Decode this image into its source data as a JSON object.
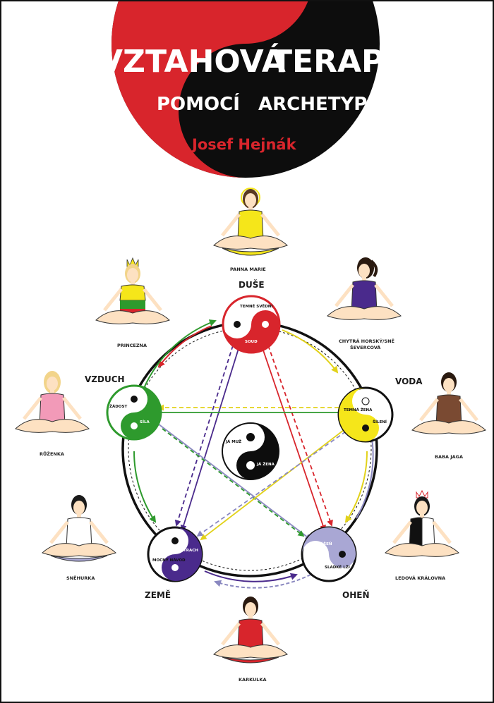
{
  "title": {
    "line1_left": "VZTAHOVÁ",
    "line1_right": "TERAPIE",
    "line2_left": "POMOCÍ",
    "line2_right": "ARCHETYPŮ"
  },
  "author": "Josef Hejnák",
  "elements": {
    "top": "DUŠE",
    "right": "VODA",
    "left": "VZDUCH",
    "bottom_left": "ZEMĚ",
    "bottom_right": "OHEŇ"
  },
  "figures": {
    "top": "PANNA MARIE",
    "top_left": "PRINCEZNA",
    "top_right_line1": "CHYTRÁ HORSKÝ/SNĚ",
    "top_right_line2": "ŠEVERCOVÁ",
    "left": "RŮŽENKA",
    "right": "BABA JAGA",
    "bottom_left": "SNĚHURKA",
    "bottom_right": "LEDOVÁ KRÁLOVNA",
    "bottom": "KARKULKA"
  },
  "inner_labels": {
    "duse_top": "TEMNÉ SVĚDNÍ",
    "duse_bottom": "SOUD",
    "voda_left": "TEMNÁ ŽENA",
    "voda_right": "ŠÍLENÍ",
    "vzduch_left": "ŽÁDOST",
    "vzduch_right": "SÍLA",
    "zeme_left": "MOCNÝ NÁVOD",
    "zeme_right": "STRACH",
    "ohen_top": "VÁŠEŇ",
    "ohen_bottom": "SLADKÉ LŽI",
    "center_left_top": "JÁ MUŽ",
    "center_right_bottom": "JÁ ŽENA"
  },
  "colors": {
    "red": "#d8252c",
    "black": "#0d0d0d",
    "yellow": "#f5e61a",
    "green": "#2e9a2d",
    "purple": "#4a2a8c",
    "lavender": "#a9a7d4"
  }
}
